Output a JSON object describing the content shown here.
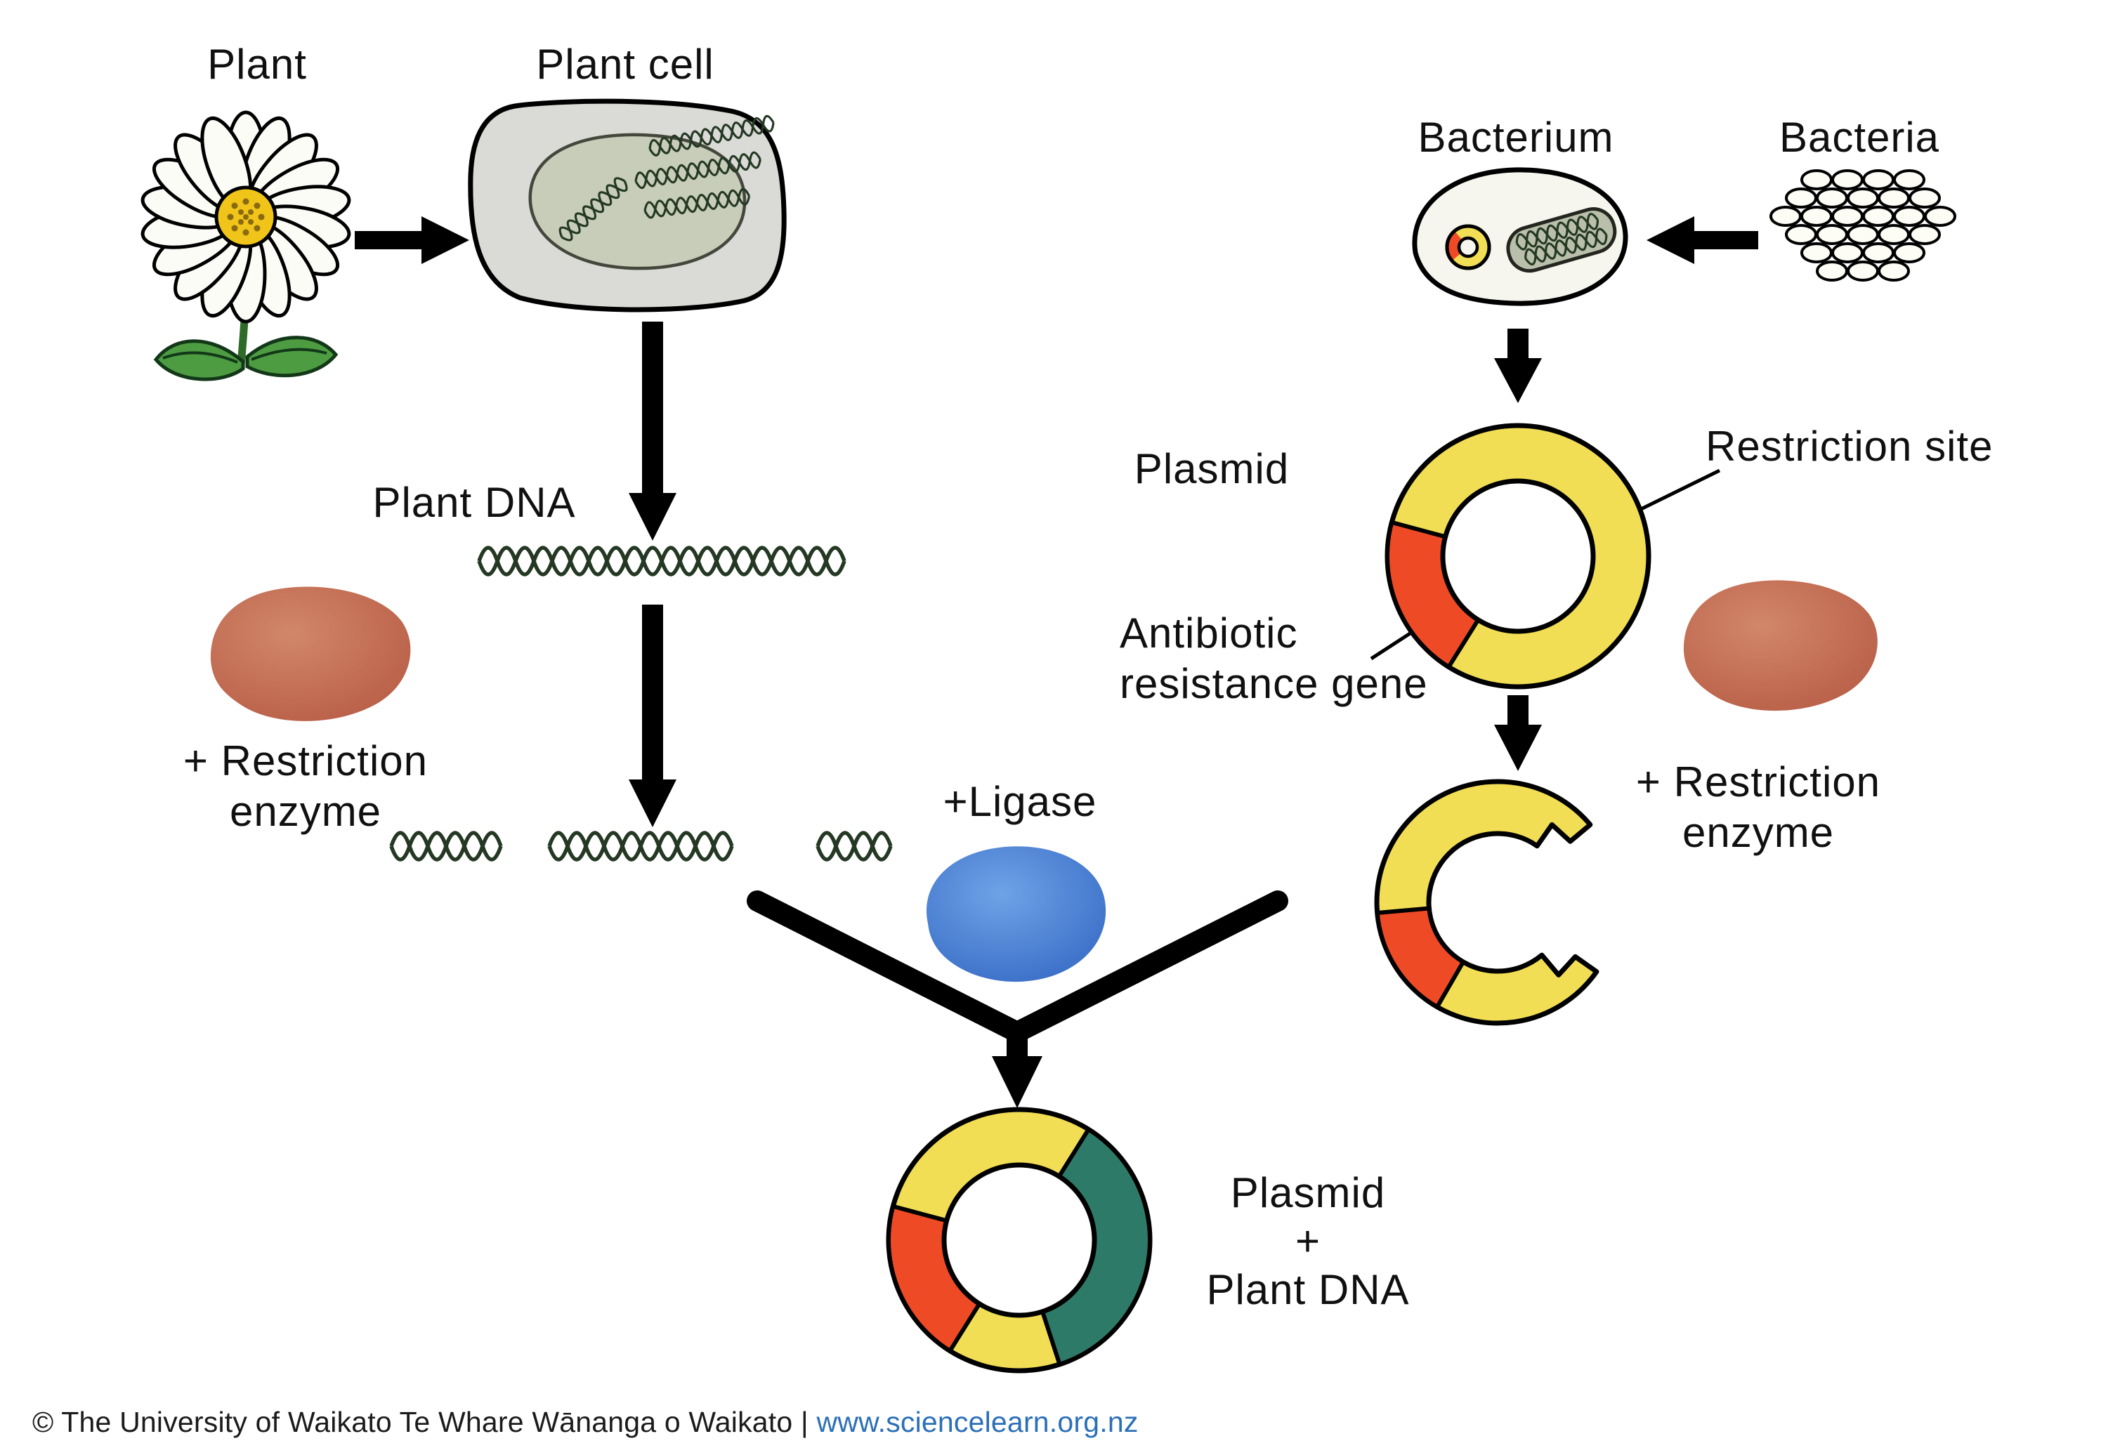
{
  "labels": {
    "plant": "Plant",
    "plant_cell": "Plant cell",
    "plant_dna": "Plant DNA",
    "restriction_enzyme_line1": "+ Restriction",
    "restriction_enzyme_line2": "enzyme",
    "ligase": "+Ligase",
    "bacterium": "Bacterium",
    "bacteria": "Bacteria",
    "plasmid": "Plasmid",
    "restriction_site": "Restriction site",
    "antibiotic_line1": "Antibiotic",
    "antibiotic_line2": "resistance gene",
    "result_line1": "Plasmid",
    "result_line2": "+",
    "result_line3": "Plant DNA"
  },
  "footer": {
    "copyright": "© The University of Waikato Te Whare Wānanga o Waikato | ",
    "link": "www.sciencelearn.org.nz"
  },
  "colors": {
    "plasmid_yellow": "#F2DE55",
    "restriction_gene_red": "#EF4A26",
    "plant_dna_insert_teal": "#2E7A68",
    "restriction_enzyme_brown": "#B65B44",
    "ligase_blue": "#3468C4",
    "link_blue": "#2B6FB8",
    "dna_strand_green": "#243823"
  }
}
